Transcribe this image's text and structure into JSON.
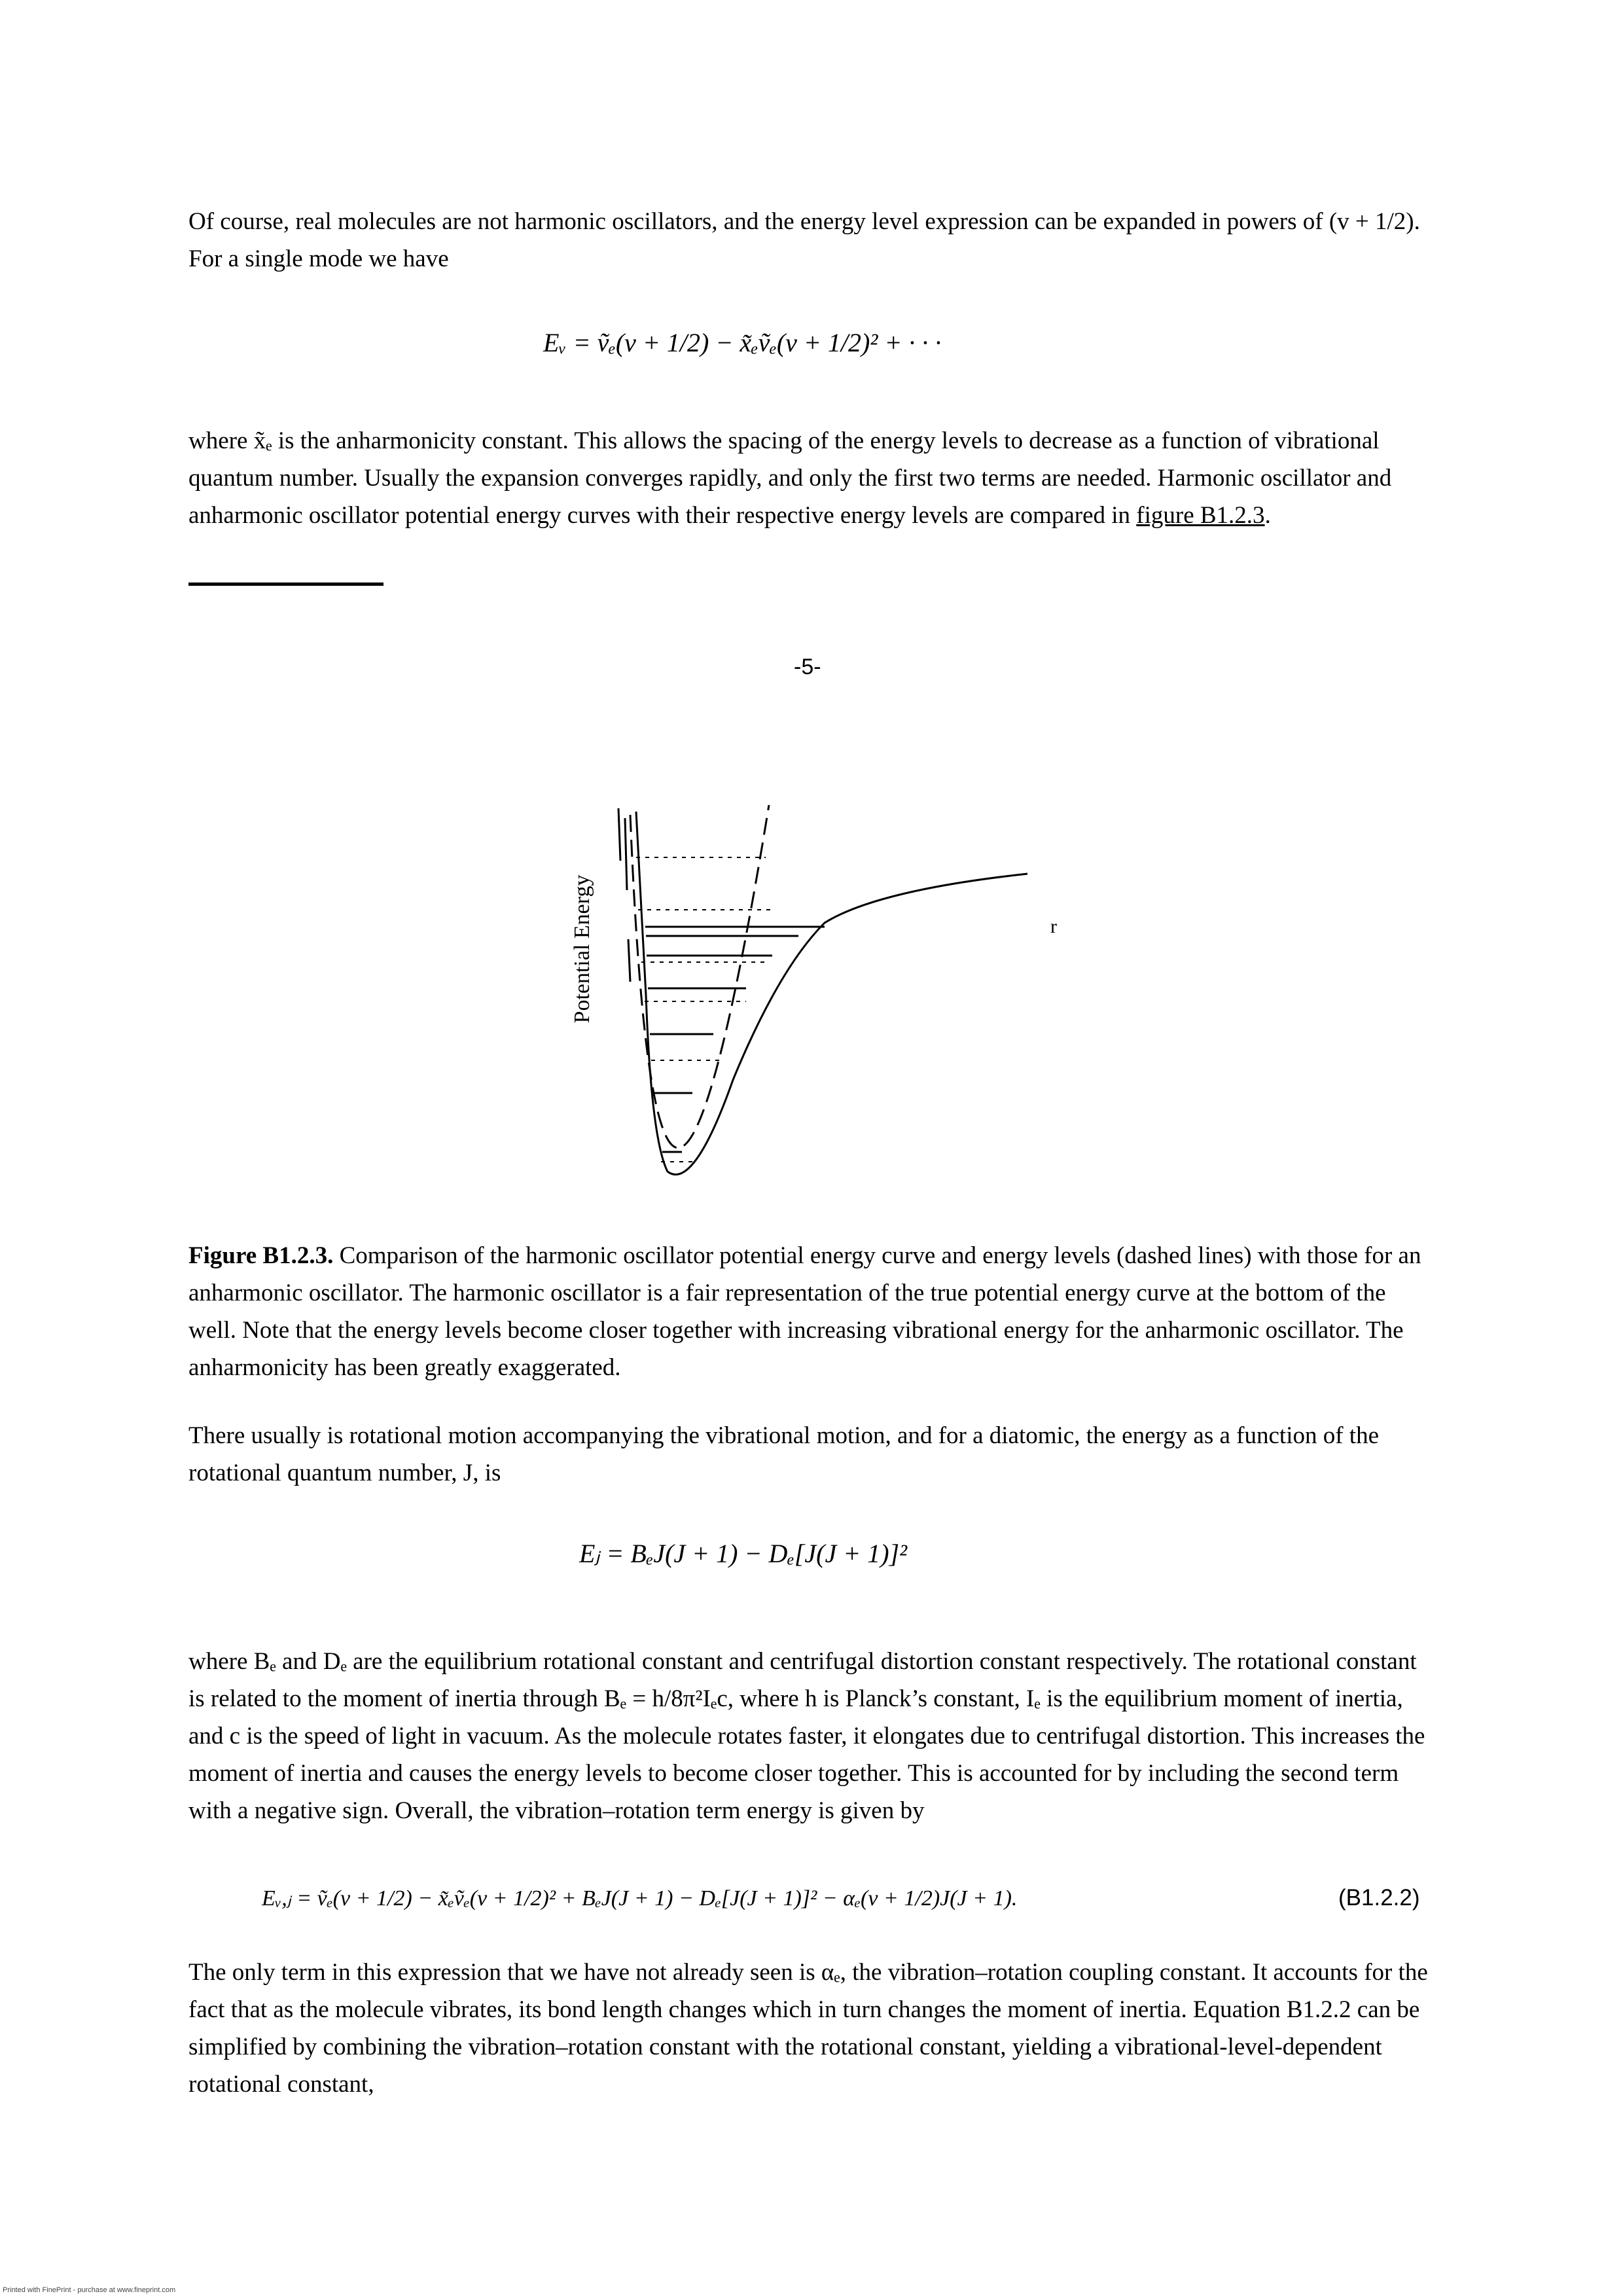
{
  "p1": "Of course, real molecules are not harmonic oscillators, and the energy level expression can be expanded in powers of (v + 1/2). For a single mode we have",
  "eq1": "Eᵥ = ṽₑ(v + 1/2) − x̃ₑṽₑ(v + 1/2)² + · · ·",
  "p2a": "where x̃ₑ is the anharmonicity constant. This allows the spacing of the energy levels to decrease as a function of vibrational quantum number. Usually the expansion converges rapidly, and only the first two terms are needed. Harmonic oscillator and anharmonic oscillator potential energy curves with their respective energy levels are compared in",
  "p2_link": "figure B1.2.3",
  "p2_end": ".",
  "page_number": "-5-",
  "figure": {
    "ylabel": "Potential Energy",
    "xlabel": "r"
  },
  "caption_label": "Figure B1.2.3.",
  "caption_text": " Comparison of the harmonic oscillator potential energy curve and energy levels (dashed lines) with those for an anharmonic oscillator. The harmonic oscillator is a fair representation of the true potential energy curve at the bottom of the well. Note that the energy levels become closer together with increasing vibrational energy for the anharmonic oscillator. The anharmonicity has been greatly exaggerated.",
  "p3": "There usually is rotational motion accompanying the vibrational motion, and for a diatomic, the energy as a function of the rotational quantum number, J, is",
  "eq2": "Eⱼ = BₑJ(J + 1) − Dₑ[J(J + 1)]²",
  "p4": "where Bₑ and Dₑ are the equilibrium rotational constant and centrifugal distortion constant respectively. The rotational constant is related to the moment of inertia through Bₑ = h/8π²Iₑc, where h is Planck’s constant, Iₑ is the equilibrium moment of inertia, and c is the speed of light in vacuum. As the molecule rotates faster, it elongates due to centrifugal distortion. This increases the moment of inertia and causes the energy levels to become closer together. This is accounted for by including the second term with a negative sign. Overall, the vibration–rotation term energy is given by",
  "eq3": "Eᵥ,ⱼ = ṽₑ(v + 1/2) − x̃ₑṽₑ(v + 1/2)² + BₑJ(J + 1) − Dₑ[J(J + 1)]² − αₑ(v + 1/2)J(J + 1).",
  "eq3_number": "(B1.2.2)",
  "p5": "The only term in this expression that we have not already seen is αₑ, the vibration–rotation coupling constant. It accounts for the fact that as the molecule vibrates, its bond length changes which in turn changes the moment of inertia. Equation B1.2.2 can be simplified by combining the vibration–rotation constant with the rotational constant, yielding a vibrational-level-dependent rotational constant,",
  "footer": "Printed with FinePrint - purchase at www.fineprint.com"
}
